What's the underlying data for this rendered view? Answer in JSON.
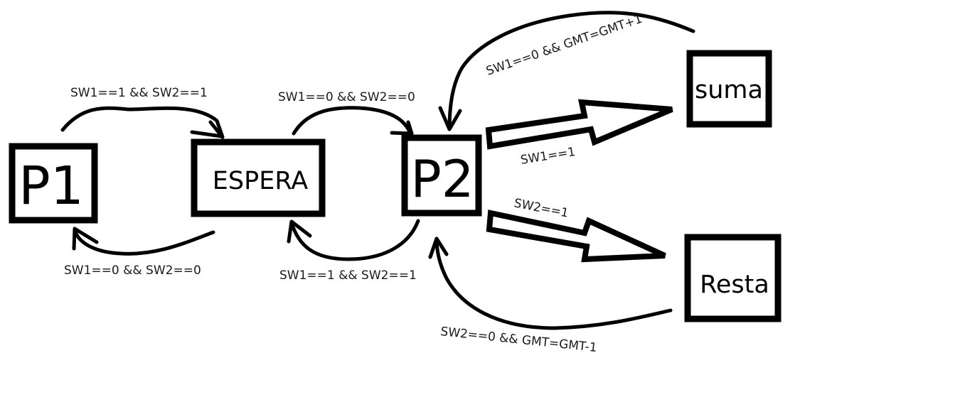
{
  "colors": {
    "ink": "#000000",
    "background": "#ffffff"
  },
  "states": {
    "p1": "P1",
    "espera": "ESPERA",
    "p2": "P2",
    "suma": "suma",
    "resta": "Resta"
  },
  "transitions": {
    "p1_to_espera": "SW1==1 && SW2==1",
    "espera_to_p1": "SW1==0 && SW2==0",
    "espera_to_p2": "SW1==0 && SW2==0",
    "p2_to_espera": "SW1==1 && SW2==1",
    "p2_to_suma": "SW1==1",
    "suma_to_p2": "SW1==0 && GMT=GMT+1",
    "p2_to_resta": "SW2==1",
    "resta_to_p2": "SW2==0 && GMT=GMT-1"
  }
}
